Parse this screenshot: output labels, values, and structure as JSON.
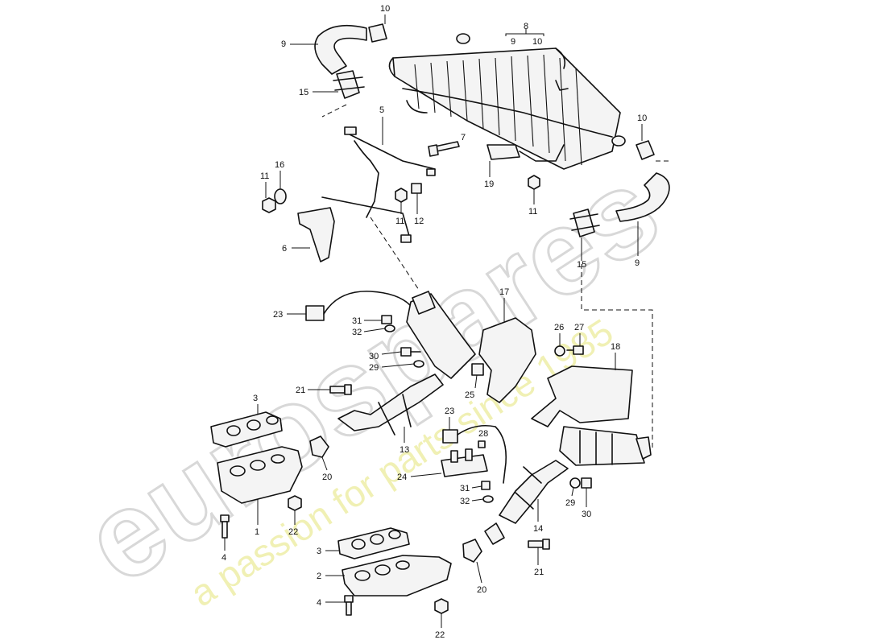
{
  "watermark": {
    "brand": "eurospares",
    "tagline": "a passion for parts since 1985",
    "tagline_color": "#ecec9c"
  },
  "callouts": {
    "c1": "1",
    "c2": "2",
    "c3a": "3",
    "c3b": "3",
    "c4a": "4",
    "c4b": "4",
    "c5": "5",
    "c6": "6",
    "c7": "7",
    "c8": "8",
    "c8_9": "9",
    "c8_10": "10",
    "c9a": "9",
    "c9b": "9",
    "c10a": "10",
    "c10b": "10",
    "c11a": "11",
    "c11b": "11",
    "c11c": "11",
    "c12": "12",
    "c13": "13",
    "c14": "14",
    "c15a": "15",
    "c15b": "15",
    "c16": "16",
    "c17": "17",
    "c18": "18",
    "c19": "19",
    "c20a": "20",
    "c20b": "20",
    "c21a": "21",
    "c21b": "21",
    "c22a": "22",
    "c22b": "22",
    "c23a": "23",
    "c23b": "23",
    "c24": "24",
    "c25": "25",
    "c26": "26",
    "c27": "27",
    "c28": "28",
    "c29a": "29",
    "c29b": "29",
    "c30a": "30",
    "c30b": "30",
    "c31a": "31",
    "c31b": "31",
    "c32a": "32",
    "c32b": "32"
  }
}
